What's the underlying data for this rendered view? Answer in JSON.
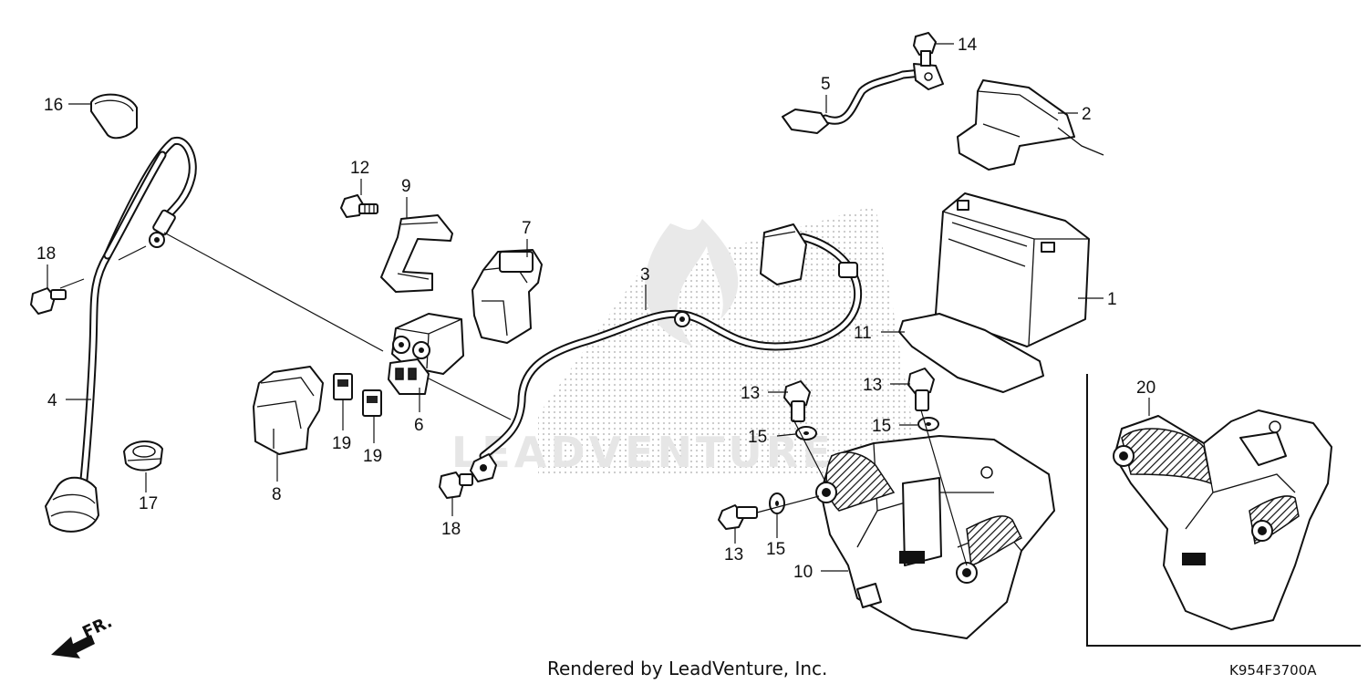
{
  "callouts": {
    "p1": "1",
    "p2": "2",
    "p3": "3",
    "p4": "4",
    "p5": "5",
    "p6": "6",
    "p7": "7",
    "p8": "8",
    "p9": "9",
    "p10": "10",
    "p11": "11",
    "p12": "12",
    "p13a": "13",
    "p13b": "13",
    "p13c": "13",
    "p14": "14",
    "p15a": "15",
    "p15b": "15",
    "p15c": "15",
    "p16": "16",
    "p17": "17",
    "p18a": "18",
    "p18b": "18",
    "p19a": "19",
    "p19b": "19",
    "p20": "20"
  },
  "front_arrow_label": "FR.",
  "watermark": "LEADVENTURE",
  "footer": {
    "credit": "Rendered by LeadVenture, Inc."
  },
  "diagram_code": "K954F3700A"
}
